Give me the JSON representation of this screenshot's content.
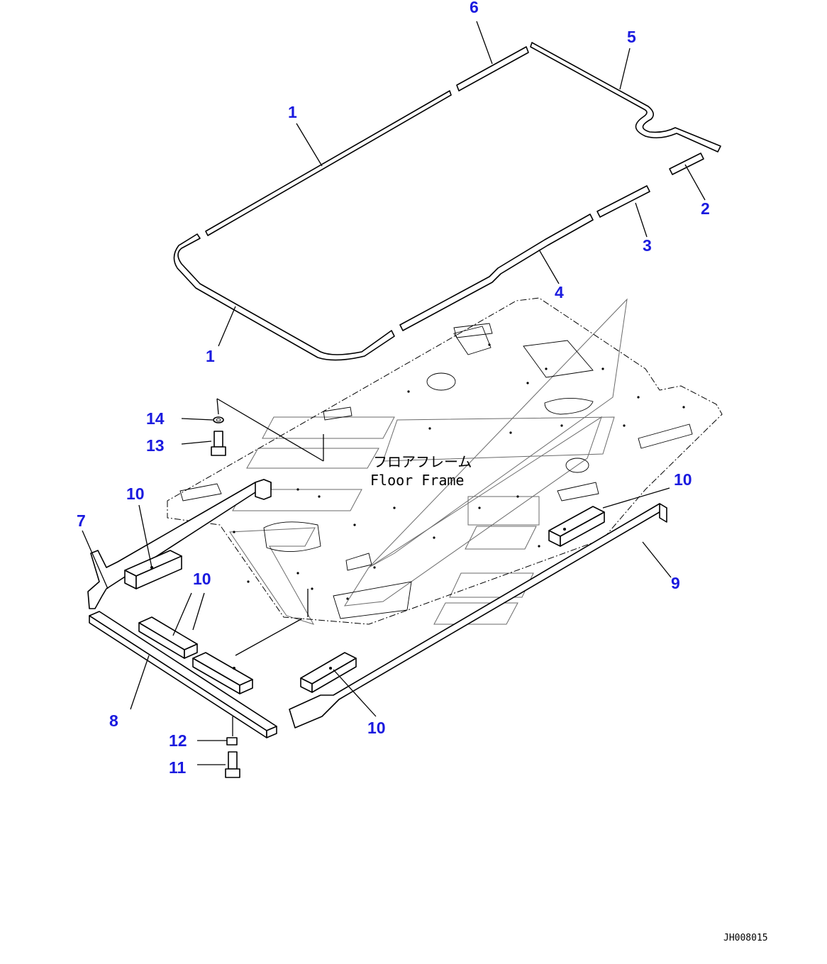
{
  "frame_label": {
    "japanese": "フロアフレーム",
    "english": "Floor Frame"
  },
  "drawing_id": "JH008015",
  "callouts": {
    "c1a": "1",
    "c1b": "1",
    "c2": "2",
    "c3": "3",
    "c4": "4",
    "c5": "5",
    "c6": "6",
    "c7": "7",
    "c8": "8",
    "c9": "9",
    "c10a": "10",
    "c10b": "10",
    "c10c": "10",
    "c10d": "10",
    "c11": "11",
    "c12": "12",
    "c13": "13",
    "c14": "14"
  },
  "colors": {
    "callout": "#1a1adf",
    "line": "#000000",
    "watermark": "#6a6a6a"
  }
}
